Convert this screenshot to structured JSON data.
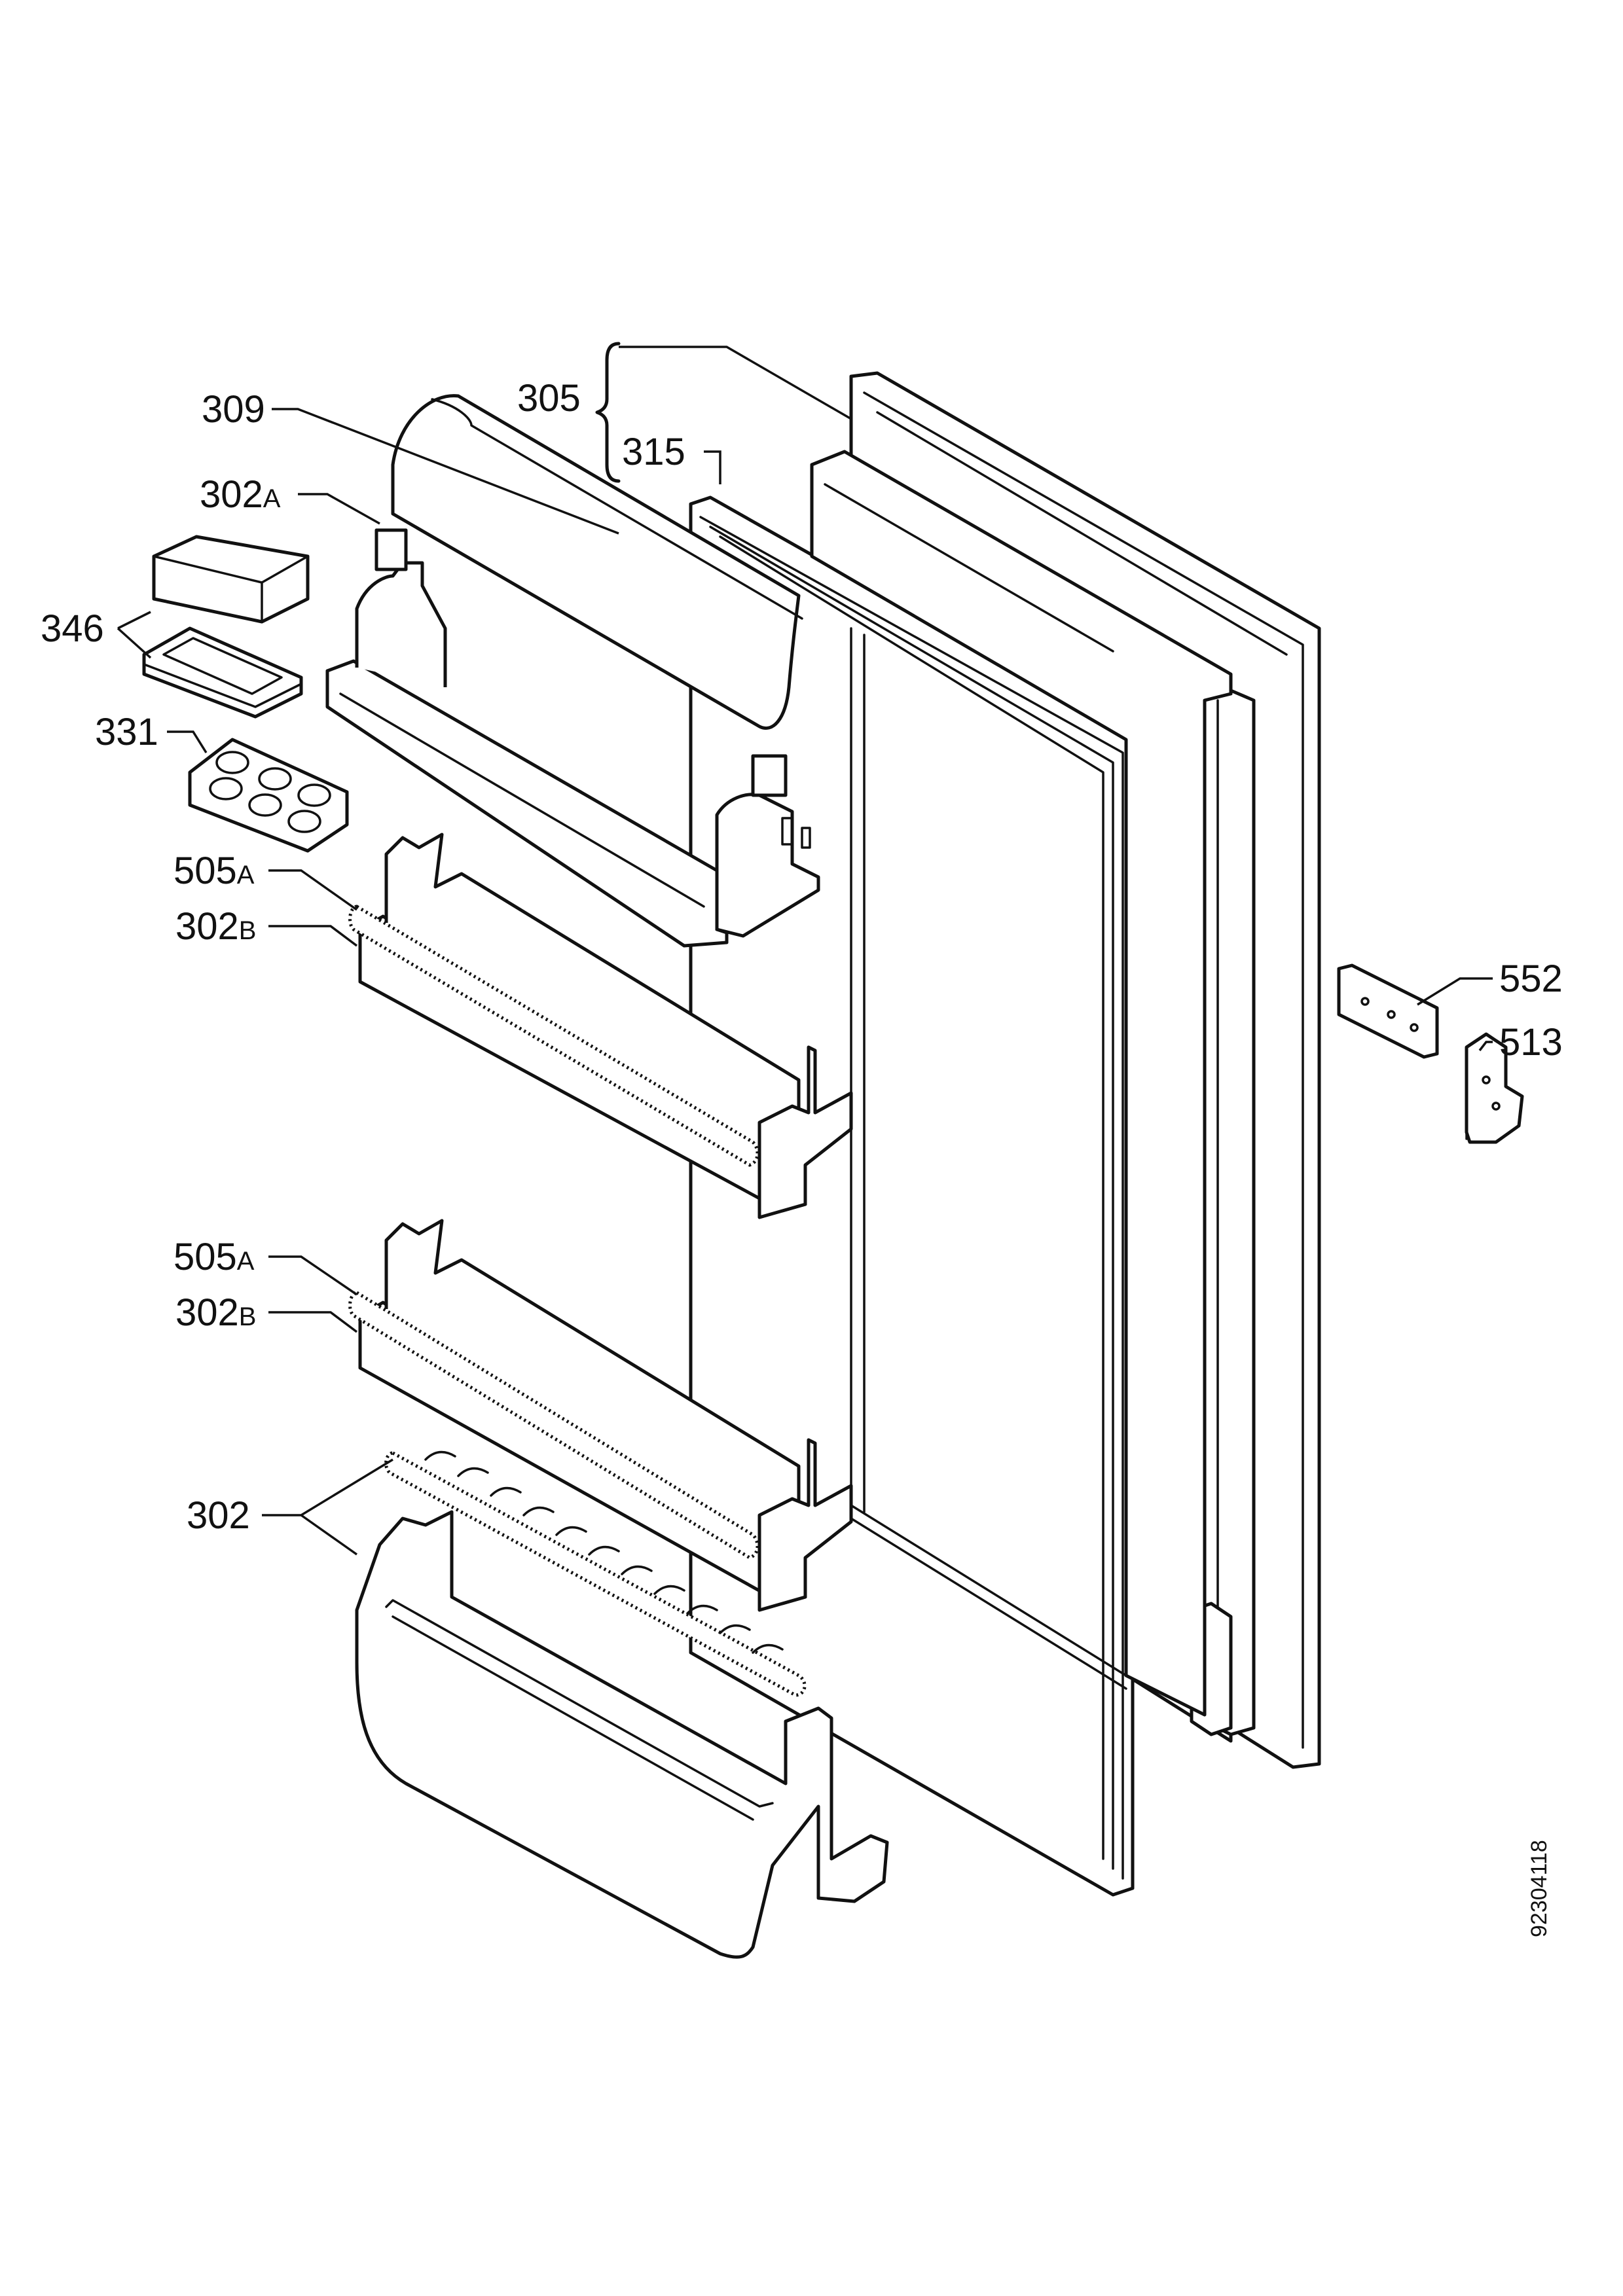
{
  "labels": {
    "p309": "309",
    "p305": "305",
    "p315": "315",
    "p302a_num": "302",
    "p302a_suf": "A",
    "p346": "346",
    "p331": "331",
    "p505a_1_num": "505",
    "p505a_1_suf": "A",
    "p302b_1_num": "302",
    "p302b_1_suf": "B",
    "p505a_2_num": "505",
    "p505a_2_suf": "A",
    "p302b_2_num": "302",
    "p302b_2_suf": "B",
    "p302": "302",
    "p552": "552",
    "p513": "513"
  },
  "drawing_code": "92304118",
  "colors": {
    "line": "#111111",
    "background": "#ffffff"
  }
}
